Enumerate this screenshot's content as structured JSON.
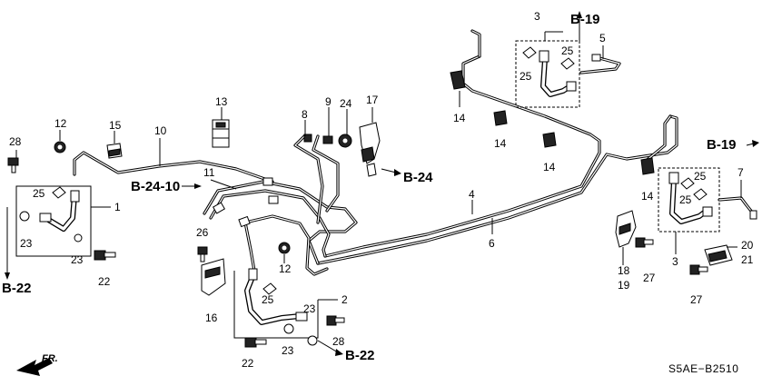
{
  "labels": {
    "n1": "1",
    "n2": "2",
    "n3a": "3",
    "n3b": "3",
    "n4": "4",
    "n5": "5",
    "n6": "6",
    "n7": "7",
    "n8": "8",
    "n9": "9",
    "n10": "10",
    "n11": "11",
    "n12a": "12",
    "n12b": "12",
    "n13": "13",
    "n14a": "14",
    "n14b": "14",
    "n14c": "14",
    "n14d": "14",
    "n15": "15",
    "n16": "16",
    "n17": "17",
    "n1819": "18\n19",
    "n18": "18",
    "n19": "19",
    "n2021a": "20",
    "n2021b": "21",
    "n22a": "22",
    "n22b": "22",
    "n23a": "23",
    "n23b": "23",
    "n23c": "23",
    "n23d": "23",
    "n24": "24",
    "n25a": "25",
    "n25b": "25",
    "n25c": "25",
    "n25d": "25",
    "n25e": "25",
    "n25f": "25",
    "n26": "26",
    "n27a": "27",
    "n27b": "27",
    "n28a": "28",
    "n28b": "28"
  },
  "refs": {
    "b19_top": "B-19",
    "b19_right": "B-19",
    "b24": "B-24",
    "b2410": "B-24-10",
    "b22_left": "B-22",
    "b22_bottom": "B-22"
  },
  "footer": {
    "diagram_code": "S5AE−B2510",
    "direction": "FR."
  }
}
